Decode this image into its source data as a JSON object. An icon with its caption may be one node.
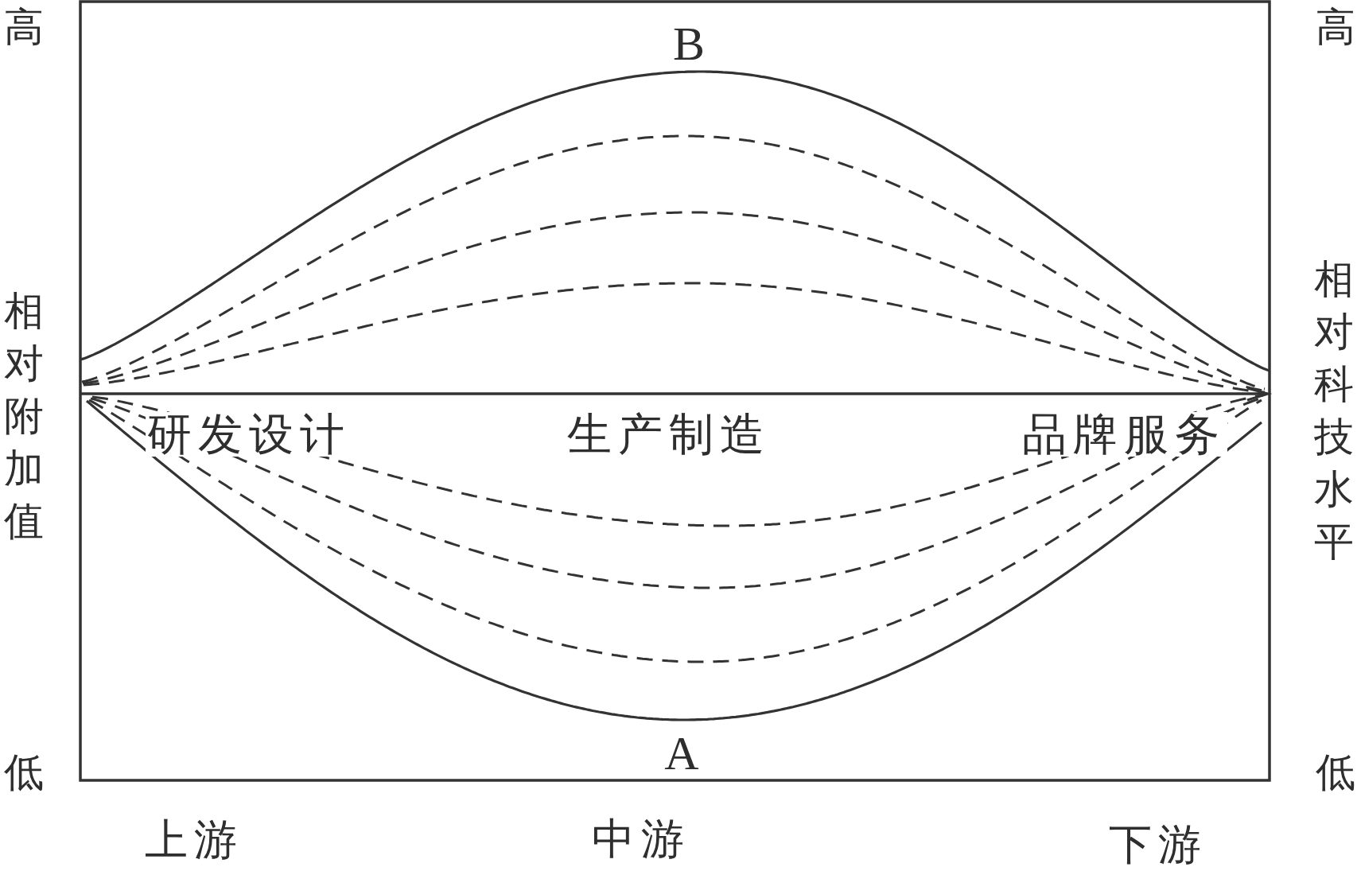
{
  "diagram": {
    "labels": [
      "高",
      "B",
      "高",
      "相对附加值",
      "相对科技水平",
      "研发设计",
      "生产制造",
      "品牌服务",
      "A",
      "低",
      "低",
      "上游",
      "中游",
      "下游"
    ]
  }
}
